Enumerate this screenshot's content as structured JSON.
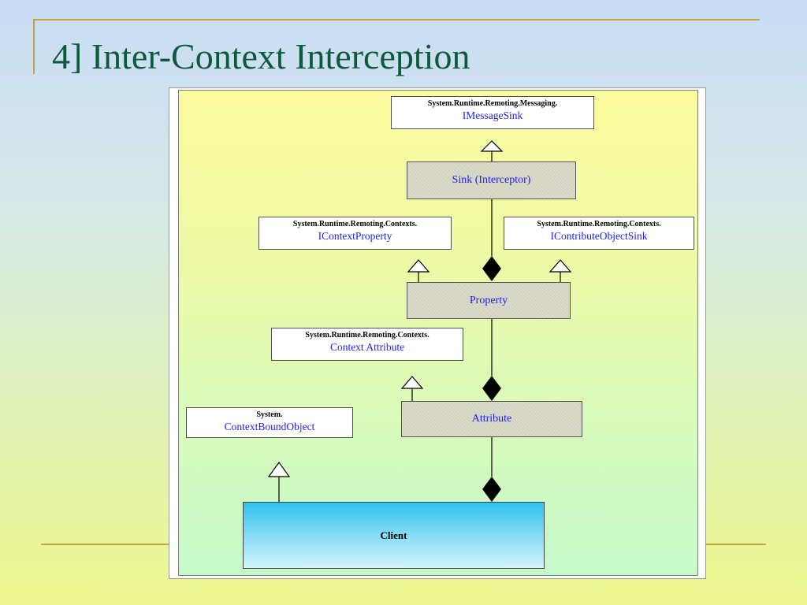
{
  "slide": {
    "title": "4] Inter-Context Interception",
    "accent_color": "#c9a23a",
    "title_color": "#0b5a3a"
  },
  "diagram": {
    "imessagesink": {
      "namespace": "System.Runtime.Remoting.Messaging.",
      "name": "IMessageSink"
    },
    "sink": {
      "name": "Sink (Interceptor)"
    },
    "icontextproperty": {
      "namespace": "System.Runtime.Remoting.Contexts.",
      "name": "IContextProperty"
    },
    "icontributeobjectsink": {
      "namespace": "System.Runtime.Remoting.Contexts.",
      "name": "IContributeObjectSink"
    },
    "property": {
      "name": "Property"
    },
    "contextattribute": {
      "namespace": "System.Runtime.Remoting.Contexts.",
      "name": "Context Attribute"
    },
    "attribute": {
      "name": "Attribute"
    },
    "contextboundobject": {
      "namespace": "System.",
      "name": "ContextBoundObject"
    },
    "client": {
      "name": "Client"
    },
    "colors": {
      "interface_text": "#1e1ef0",
      "class_fill": "#d3d3bf",
      "client_fill": "#2fc2ee"
    }
  }
}
